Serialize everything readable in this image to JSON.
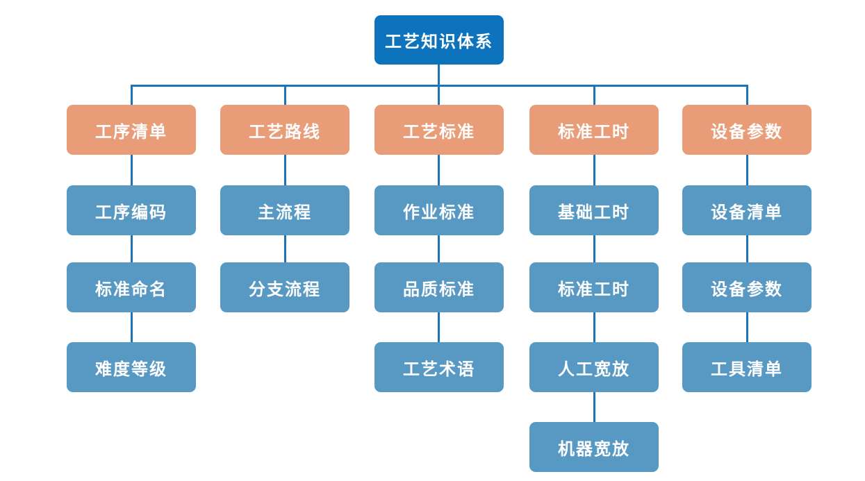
{
  "diagram": {
    "title": "工艺知识体系",
    "colors": {
      "background": "#ffffff",
      "root_bg": "#0d73bd",
      "branch_bg": "#e99c78",
      "leaf_bg": "#5899c3",
      "connector": "#1b73b9",
      "text": "#ffffff"
    },
    "root": {
      "label": "工艺知识体系"
    },
    "branches": [
      {
        "label": "工序清单",
        "children": [
          "工序编码",
          "标准命名",
          "难度等级"
        ]
      },
      {
        "label": "工艺路线",
        "children": [
          "主流程",
          "分支流程"
        ]
      },
      {
        "label": "工艺标准",
        "children": [
          "作业标准",
          "品质标准",
          "工艺术语"
        ]
      },
      {
        "label": "标准工时",
        "children": [
          "基础工时",
          "标准工时",
          "人工宽放",
          "机器宽放"
        ]
      },
      {
        "label": "设备参数",
        "children": [
          "设备清单",
          "设备参数",
          "工具清单"
        ]
      }
    ]
  }
}
